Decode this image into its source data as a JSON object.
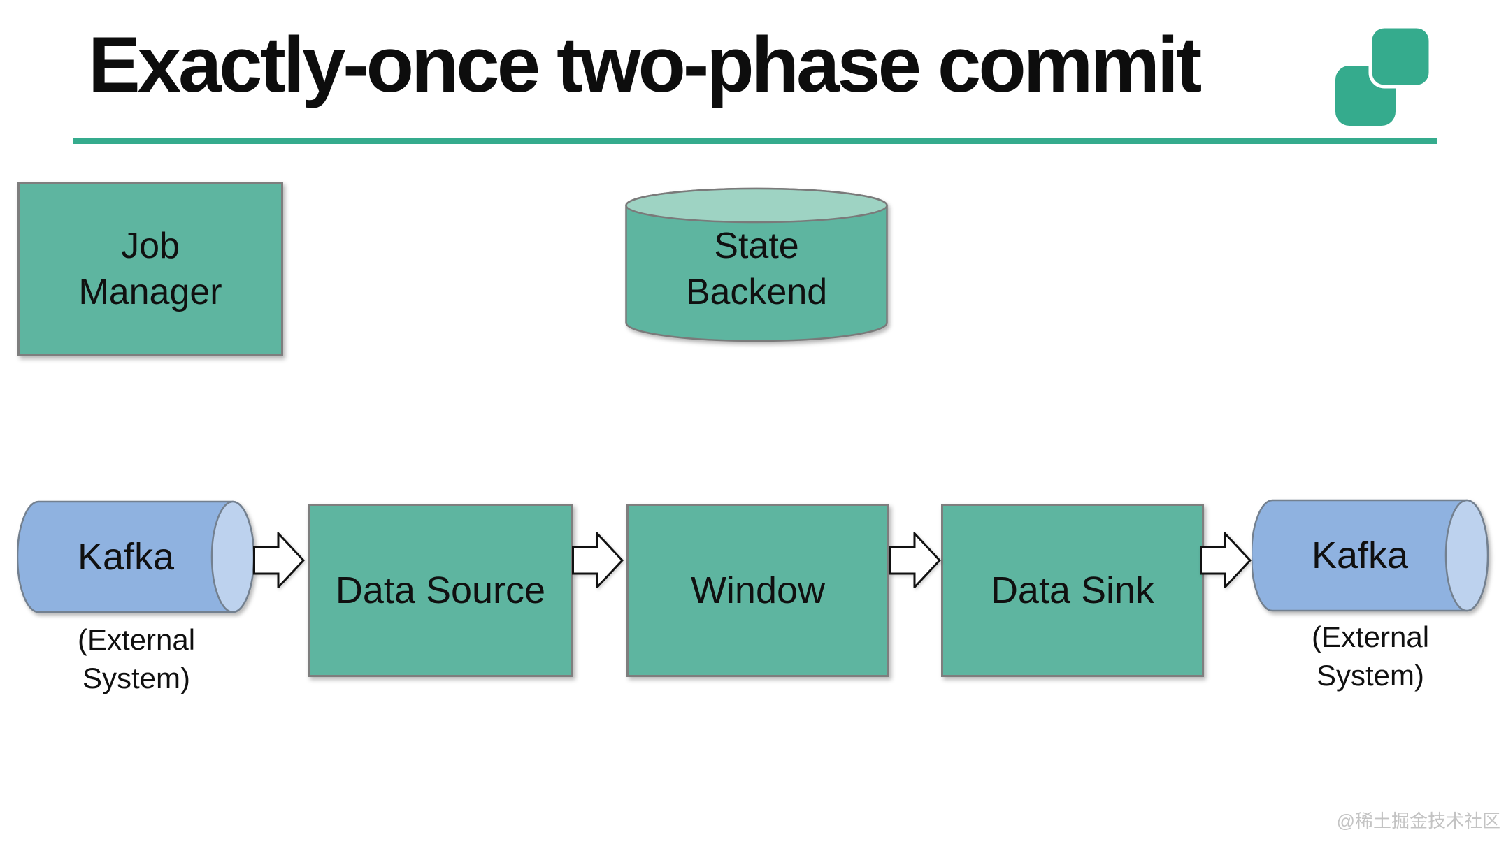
{
  "title": "Exactly-once two-phase commit",
  "watermark": "@稀土掘金技术社区",
  "colors": {
    "accent": "#35ab8d",
    "node_green": "#5eb5a0",
    "cylinder_top": "#9ed3c3",
    "kafka_blue": "#8fb2e0",
    "kafka_cap": "#bdd2ee",
    "border_gray": "#7e7e7e",
    "arrow_fill": "#ffffff",
    "arrow_stroke": "#111111"
  },
  "nodes": {
    "job_manager": {
      "line1": "Job",
      "line2": "Manager"
    },
    "state_backend": {
      "line1": "State",
      "line2": "Backend"
    },
    "kafka_left": {
      "label": "Kafka",
      "note_line1": "(External",
      "note_line2": "System)"
    },
    "data_source": {
      "label": "Data Source"
    },
    "window": {
      "label": "Window"
    },
    "data_sink": {
      "label": "Data Sink"
    },
    "kafka_right": {
      "label": "Kafka",
      "note_line1": "(External",
      "note_line2": "System)"
    }
  },
  "edges": [
    {
      "from": "kafka_left",
      "to": "data_source"
    },
    {
      "from": "data_source",
      "to": "window"
    },
    {
      "from": "window",
      "to": "data_sink"
    },
    {
      "from": "data_sink",
      "to": "kafka_right"
    }
  ]
}
